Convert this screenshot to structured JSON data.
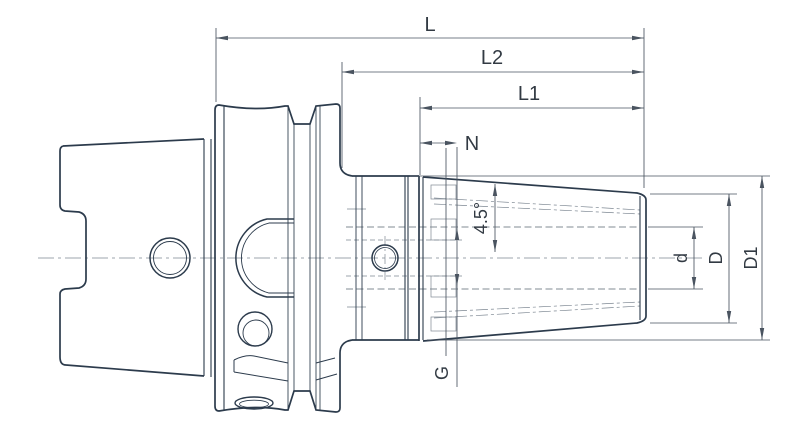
{
  "page": {
    "background": "#ffffff"
  },
  "drawing": {
    "description": "Side-view engineering drawing of a shrink-fit tool holder with HSK shank, flange, collar and 4.5-degree tapered nose",
    "line_color": "#2c3b4c",
    "dimension_color": "#4a5460",
    "hidden_line_color": "#7e8893",
    "labels": {
      "overall_length": "L",
      "length_l2": "L2",
      "length_l1": "L1",
      "neck_length": "N",
      "taper_angle": "4.5°",
      "coolant_thread": "G",
      "bore_diameter": "d",
      "nose_diameter": "D",
      "body_diameter": "D1"
    }
  }
}
